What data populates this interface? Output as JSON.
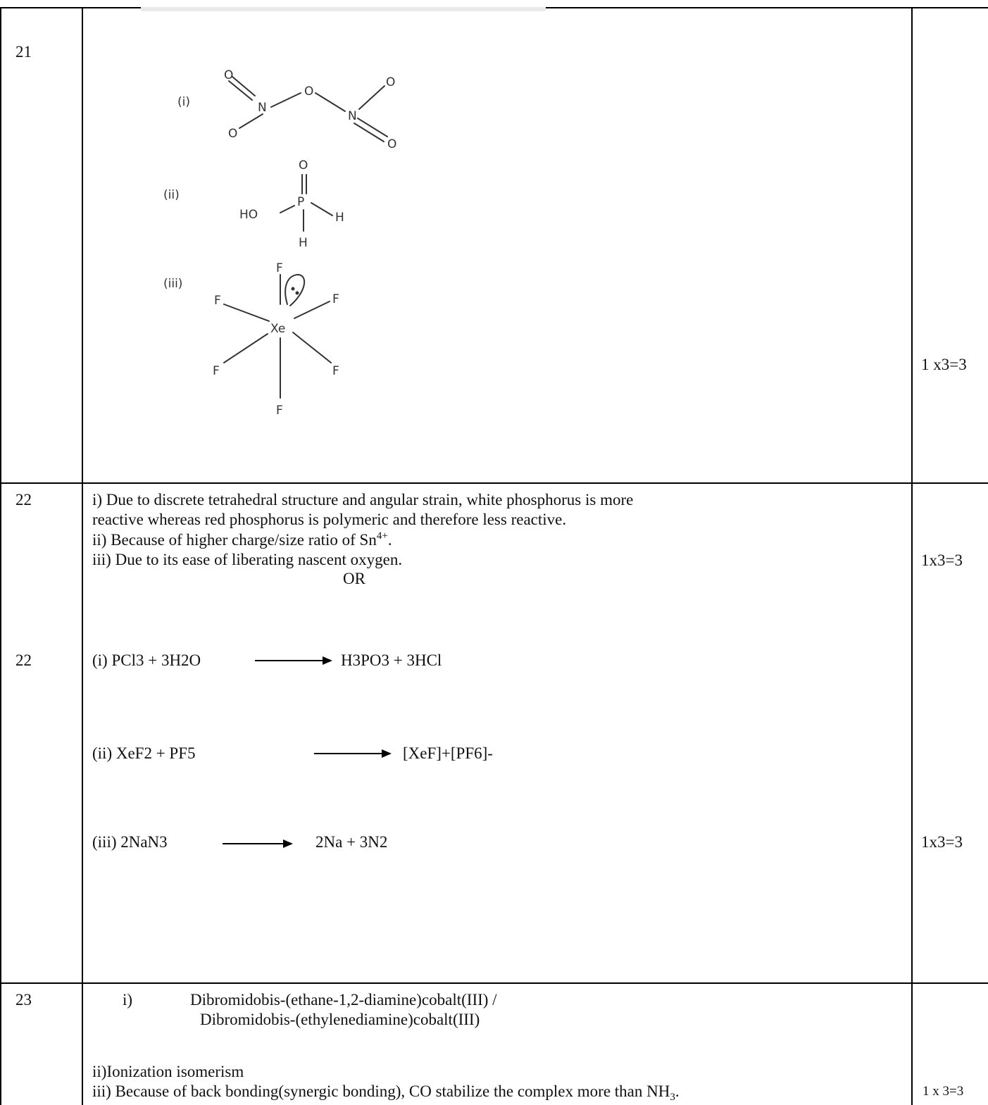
{
  "rows": [
    {
      "number": "21",
      "marks": "1 x3=3"
    },
    {
      "number": "22",
      "marks": "1x3=3"
    },
    {
      "number": "22",
      "marks": "1x3=3"
    },
    {
      "number": "23",
      "marks": "1 x 3=3"
    }
  ],
  "q21": {
    "labels": [
      "(i)",
      "(ii)",
      "(iii)"
    ],
    "atoms": {
      "O": "O",
      "N": "N",
      "P": "P",
      "H": "H",
      "HO": "HO",
      "Xe": "Xe",
      "F": "F"
    }
  },
  "q22a": {
    "line1": "i) Due to discrete tetrahedral structure and angular strain, white phosphorus is more",
    "line2": "reactive whereas red phosphorus is polymeric and therefore less reactive.",
    "line3_pre": "ii) Because of higher charge/size ratio of Sn",
    "line3_sup": "4+",
    "line3_post": ".",
    "line4": "iii) Due to its ease of liberating nascent oxygen.",
    "or": "OR"
  },
  "q22b": {
    "eq1": {
      "lhs": "(i) PCl3 + 3H2O",
      "rhs": "H3PO3 + 3HCl"
    },
    "eq2": {
      "lhs": "(ii) XeF2 + PF5",
      "rhs": "[XeF]+[PF6]-"
    },
    "eq3": {
      "lhs": "(iii) 2NaN3",
      "rhs": "2Na + 3N2"
    }
  },
  "q23": {
    "i_label": "i)",
    "i_line1": "Dibromidobis-(ethane-1,2-diamine)cobalt(III) /",
    "i_line2": "Dibromidobis-(ethylenediamine)cobalt(III)",
    "ii": "ii)Ionization isomerism",
    "iii_pre": "iii) Because of back bonding(synergic bonding), CO stabilize the complex more than NH",
    "iii_sub": "3",
    "iii_post": "."
  }
}
